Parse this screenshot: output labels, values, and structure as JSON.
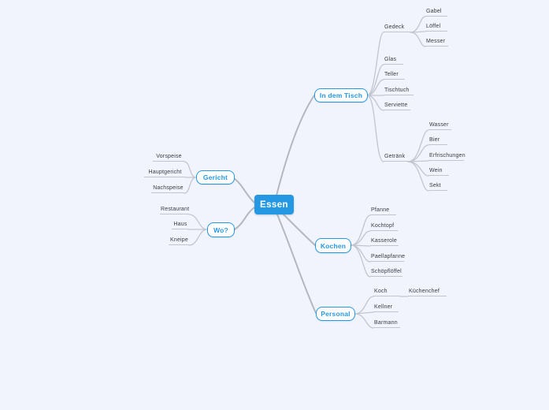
{
  "colors": {
    "accent": "#2598e4",
    "branch_line": "#b4b7be",
    "leaf_underline": "#c2c5ce",
    "leaf_text": "#3b3b3f",
    "canvas_background": "#f1f4fd",
    "root_text": "#ffffff"
  },
  "mindmap": {
    "root": {
      "label": "Essen"
    },
    "topics": [
      {
        "label": "In dem Tisch",
        "children": [
          {
            "label": "Gedeck",
            "children": [
              {
                "label": "Gabel"
              },
              {
                "label": "Löffel"
              },
              {
                "label": "Messer"
              }
            ]
          },
          {
            "label": "Glas"
          },
          {
            "label": "Teller"
          },
          {
            "label": "Tischtuch"
          },
          {
            "label": "Serviette"
          },
          {
            "label": "Getränk",
            "children": [
              {
                "label": "Wasser"
              },
              {
                "label": "Bier"
              },
              {
                "label": "Erfrischungen"
              },
              {
                "label": "Wein"
              },
              {
                "label": "Sekt"
              }
            ]
          }
        ]
      },
      {
        "label": "Gericht",
        "children": [
          {
            "label": "Vorspeise"
          },
          {
            "label": "Hauptgericht"
          },
          {
            "label": "Nachspeise"
          }
        ]
      },
      {
        "label": "Wo?",
        "children": [
          {
            "label": "Restaurant"
          },
          {
            "label": "Haus"
          },
          {
            "label": "Kneipe"
          }
        ]
      },
      {
        "label": "Kochen",
        "children": [
          {
            "label": "Pfanne"
          },
          {
            "label": "Kochtopf"
          },
          {
            "label": "Kasserole"
          },
          {
            "label": "Paellapfanne"
          },
          {
            "label": "Schöpflöffel"
          }
        ]
      },
      {
        "label": "Personal",
        "children": [
          {
            "label": "Koch",
            "children": [
              {
                "label": "Küchenchef"
              }
            ]
          },
          {
            "label": "Kellner"
          },
          {
            "label": "Barmann"
          }
        ]
      }
    ]
  }
}
